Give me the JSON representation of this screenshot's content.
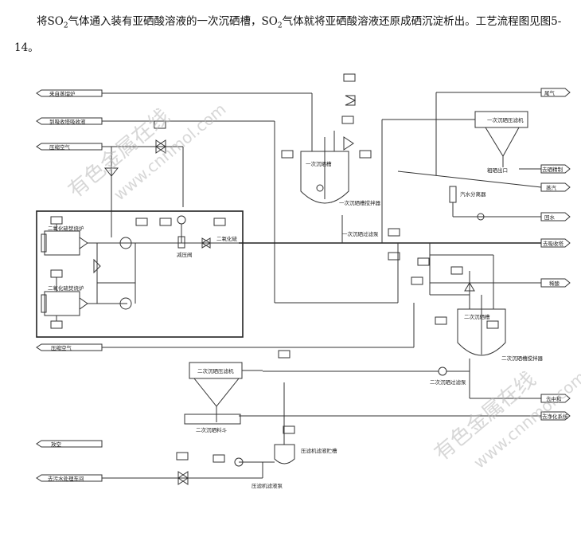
{
  "intro": {
    "part1": "将SO",
    "sub1": "2",
    "part2": "气体通入装有亚硒酸溶液的一次沉硒槽，SO",
    "sub2": "2",
    "part3": "气体就将亚硒酸溶液还原成硒沉淀析出。工艺流程图见图5-14。"
  },
  "watermark": {
    "cn": "有色金属在线",
    "url": "www.cnnmol.com"
  },
  "labels": {
    "from_stoker": "来自蒸馏炉",
    "to_tail": "到吸收塔吸收液",
    "compressed_air_top": "压缩空气",
    "sulfur_burner1": "二氧化硫焚烧炉",
    "sulfur_burner2": "二氧化硫焚烧炉",
    "pressure_valve": "减压阀",
    "so2_line": "二氧化硫",
    "tank1": "一次沉硒槽",
    "stirrer1": "一次沉硒槽搅拌器",
    "pump1": "一次沉硒过滤泵",
    "filter1": "一次沉硒压滤机",
    "crude_se": "粗硒出口",
    "to_refine": "去硒精制",
    "tail_gas": "尾气",
    "steam": "蒸汽",
    "gas_water_sep": "汽水分离器",
    "return_water": "回水",
    "to_absorber": "去吸收塔",
    "dilute_acid": "稀酸",
    "tank2": "二次沉硒槽",
    "stirrer2": "二次沉硒槽搅拌器",
    "pump2": "二次沉硒过滤泵",
    "compressed_air_low": "压缩空气",
    "filter2": "二次沉硒压滤机",
    "filtrate2": "二次沉硒料斗",
    "filtrate_tank": "压滤机滤液贮槽",
    "to_neutral": "去中和",
    "to_waste": "去净化系统",
    "vent": "放空",
    "waste_water": "去污水处理车间",
    "filtrate_pump": "压滤机滤液泵"
  }
}
